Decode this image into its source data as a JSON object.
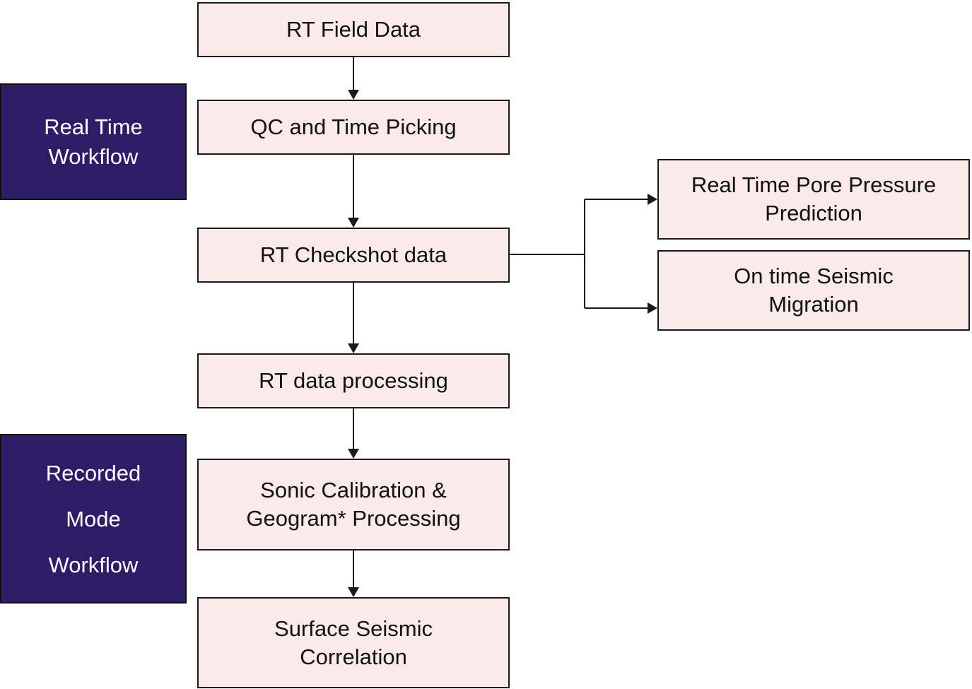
{
  "labels": {
    "real_time_workflow": [
      "Real Time",
      "Workflow"
    ],
    "recorded_mode_workflow": [
      "Recorded",
      "Mode",
      "Workflow"
    ]
  },
  "nodes": {
    "rt_field_data": [
      "RT Field Data"
    ],
    "qc_time_picking": [
      "QC and Time Picking"
    ],
    "rt_checkshot_data": [
      "RT Checkshot data"
    ],
    "rt_data_processing": [
      "RT data processing"
    ],
    "sonic_calibration": [
      "Sonic Calibration &",
      "Geogram* Processing"
    ],
    "surface_seismic_correlation": [
      "Surface Seismic",
      "Correlation"
    ],
    "pore_pressure_prediction": [
      "Real Time Pore Pressure",
      "Prediction"
    ],
    "seismic_migration": [
      "On time Seismic",
      "Migration"
    ]
  },
  "colors": {
    "box_fill": "#fbeaea",
    "label_fill": "#2f1c66",
    "line": "#1a1a1a"
  }
}
